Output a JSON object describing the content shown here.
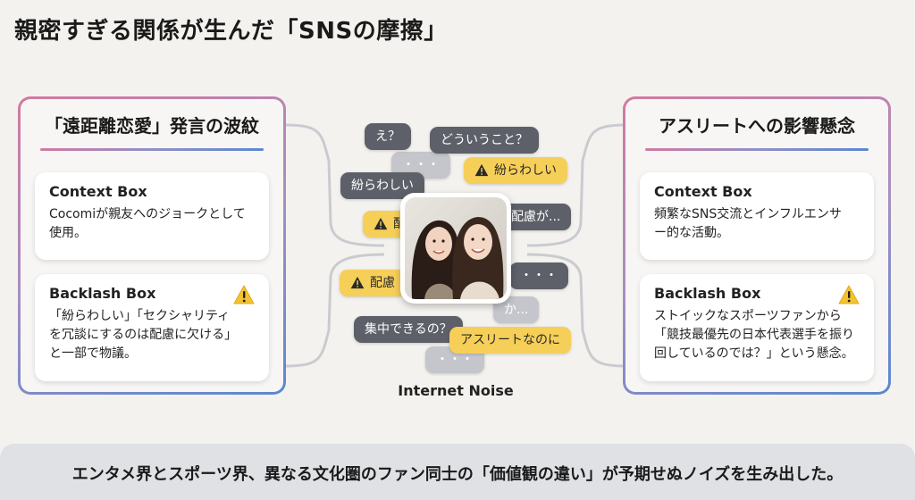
{
  "title": "親密すぎる関係が生んだ「SNSの摩擦」",
  "left_panel": {
    "title": "「遠距離恋愛」発言の波紋",
    "context_box": {
      "title": "Context Box",
      "body": "Cocomiが親友へのジョークとして\n使用。"
    },
    "backlash_box": {
      "title": "Backlash Box",
      "body": "「紛らわしい」「セクシャリティ\nを冗談にするのは配慮に欠ける」\nと一部で物議。",
      "icon": "warning-icon"
    }
  },
  "right_panel": {
    "title": "アスリートへの影響懸念",
    "context_box": {
      "title": "Context Box",
      "body": "頻繁なSNS交流とインフルエンサ\nー的な活動。"
    },
    "backlash_box": {
      "title": "Backlash Box",
      "body": "ストイックなスポーツファンから\n「競技最優先の日本代表選手を振り\n回しているのでは？」という懸念。",
      "icon": "warning-icon"
    }
  },
  "bubbles": {
    "e": "え？",
    "douiu": "どういうこと？",
    "dots1": "・・・",
    "magirawashii_warn": "紛らわしい",
    "magirawashii": "紛らわしい",
    "hairyo_ga": "配慮が...",
    "partial_left": "配",
    "hairyo_left": "配慮",
    "dots2": "・・・",
    "ka": "か...",
    "shuchu": "集中できるの？",
    "athlete": "アスリートなのに",
    "dots3": "・・・"
  },
  "center_caption": "Internet Noise",
  "bottom_message": "エンタメ界とスポーツ界、異なる文化圏のファン同士の「価値観の違い」が予期せぬノイズを生み出した。",
  "colors": {
    "bubble_gray": "#5d6068",
    "bubble_yellow": "#f6cf58",
    "warning": "#f2c230",
    "panel_border_start": "#d27aa0",
    "panel_border_end": "#5b88d0"
  }
}
